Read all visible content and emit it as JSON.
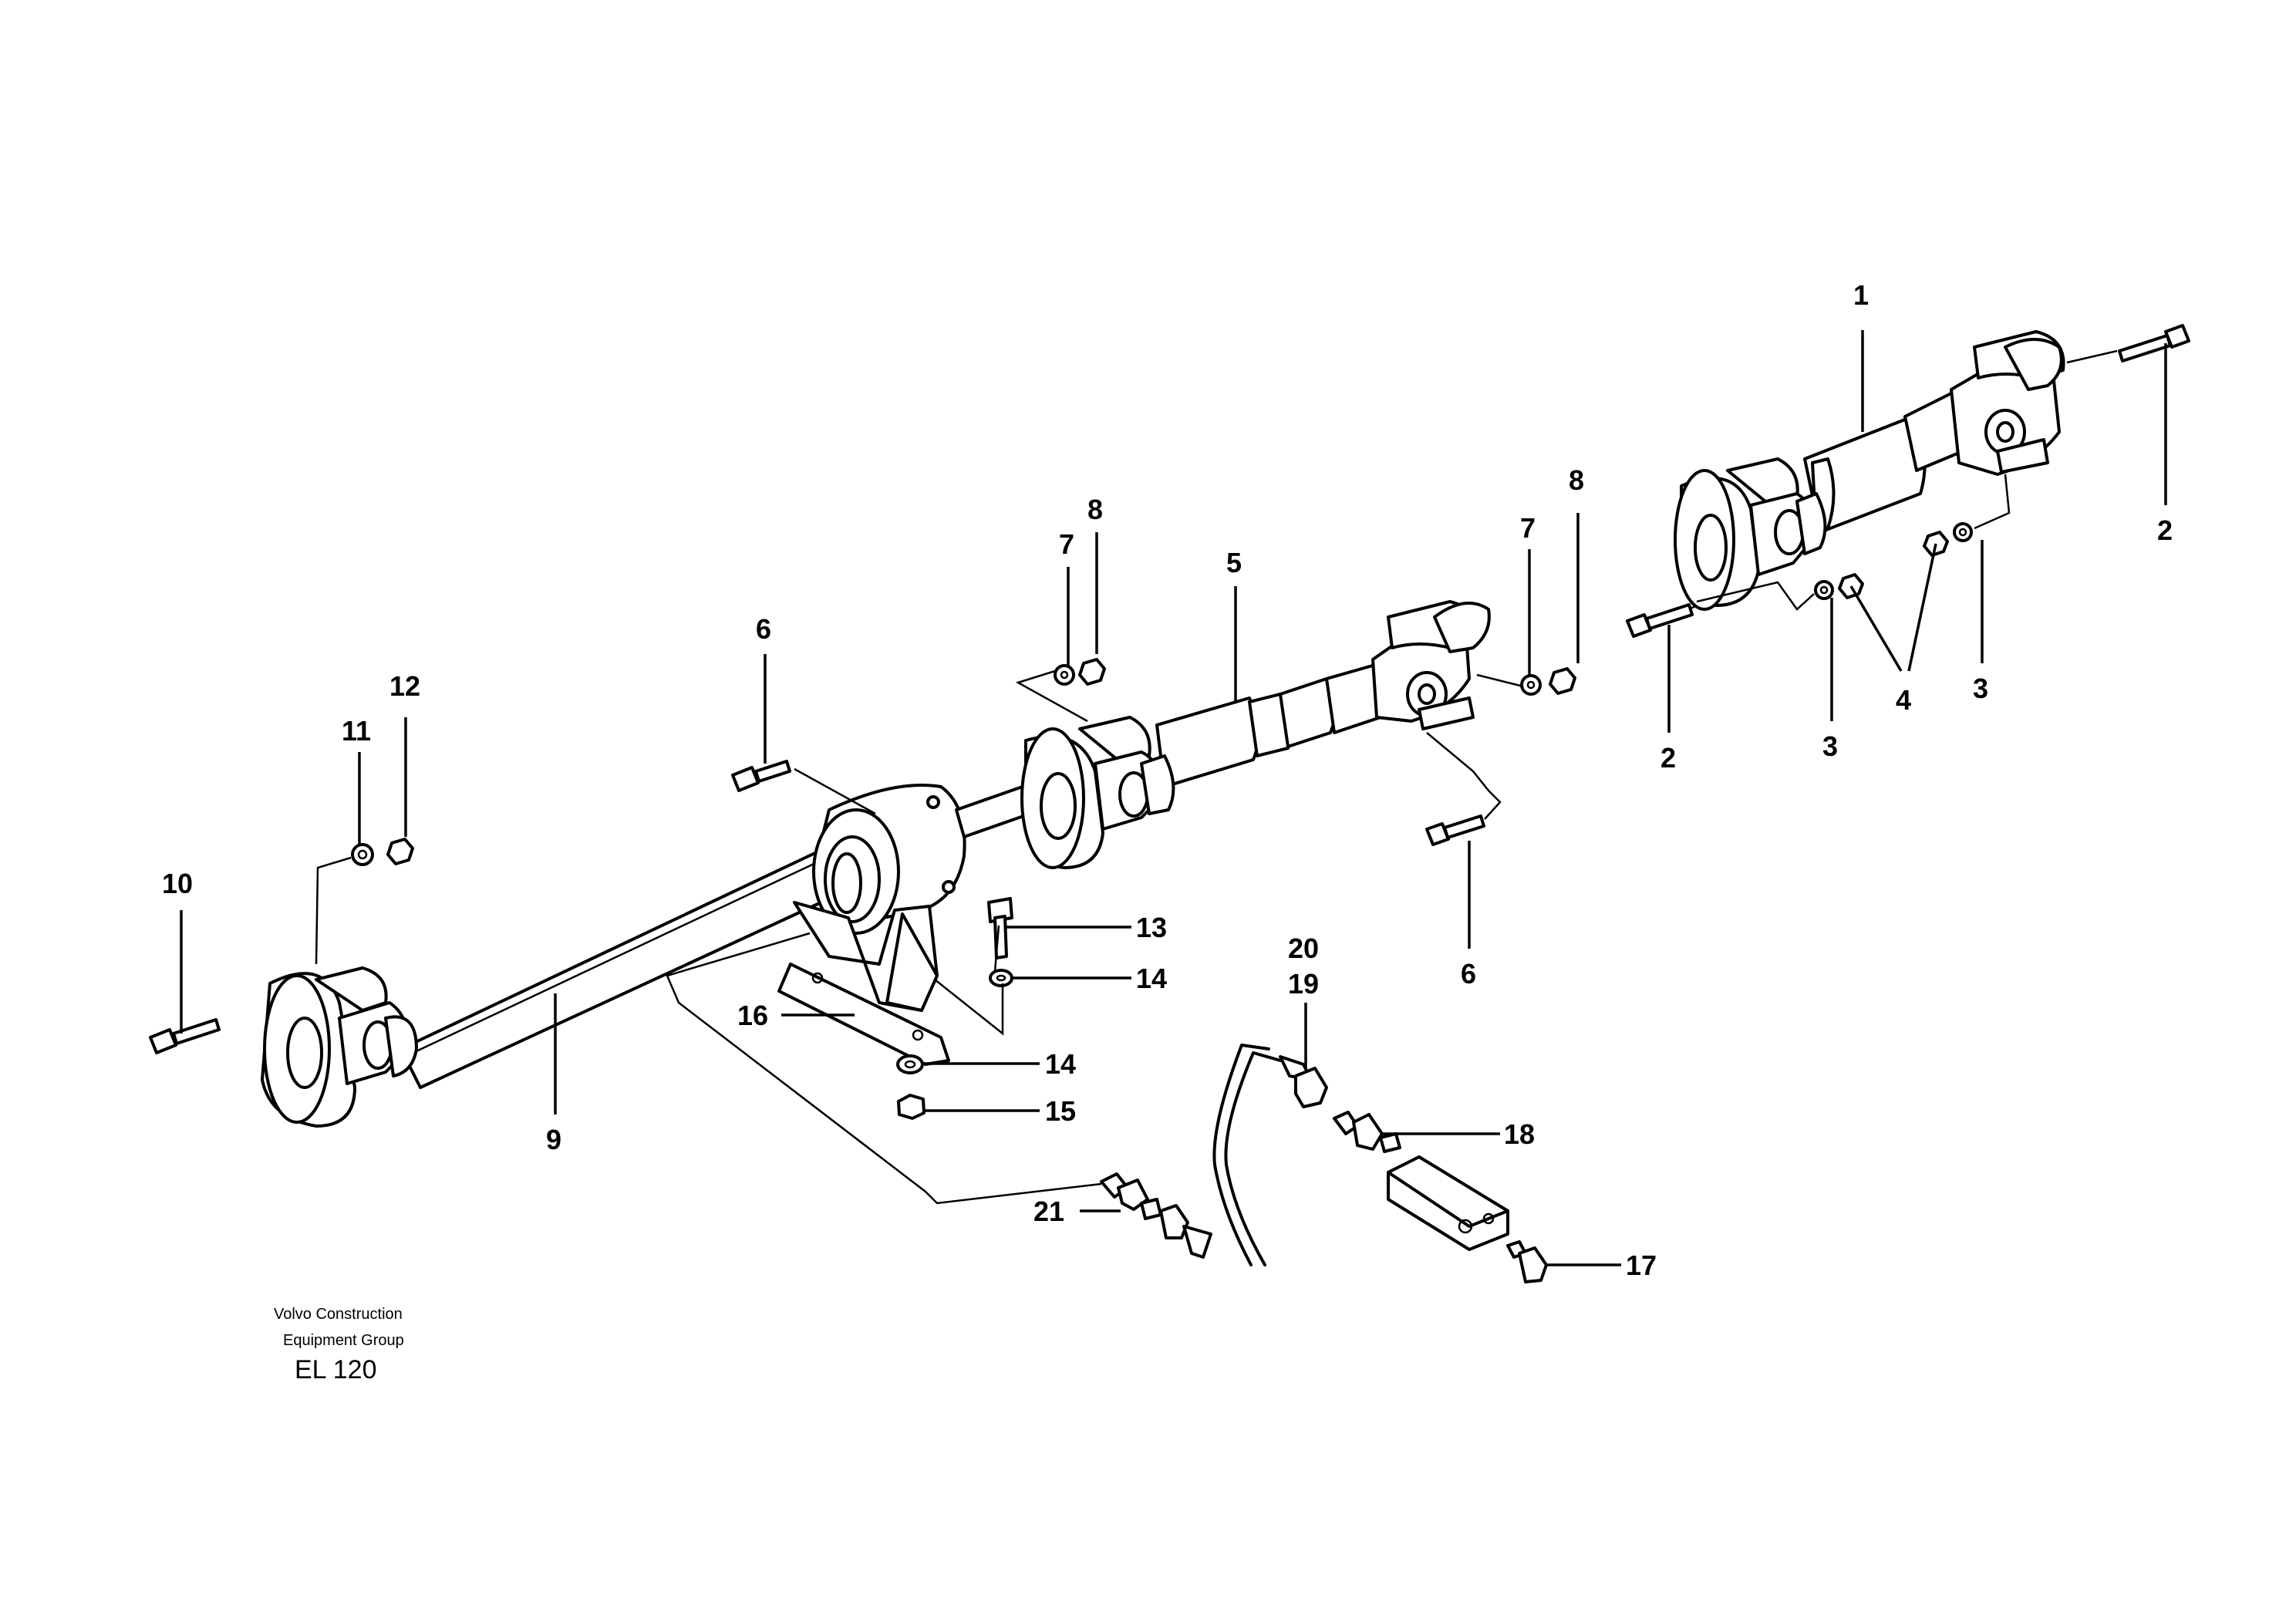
{
  "publisher": {
    "line1": "Volvo Construction",
    "line2": "Equipment Group"
  },
  "drawing_code": "EL 120",
  "callouts": {
    "c1": "1",
    "c2a": "2",
    "c2b": "2",
    "c3a": "3",
    "c3b": "3",
    "c4": "4",
    "c5": "5",
    "c6a": "6",
    "c6b": "6",
    "c7a": "7",
    "c7b": "7",
    "c8a": "8",
    "c8b": "8",
    "c9": "9",
    "c10": "10",
    "c11": "11",
    "c12": "12",
    "c13": "13",
    "c14a": "14",
    "c14b": "14",
    "c15": "15",
    "c16": "16",
    "c17": "17",
    "c18": "18",
    "c19": "19",
    "c20": "20",
    "c21": "21"
  }
}
